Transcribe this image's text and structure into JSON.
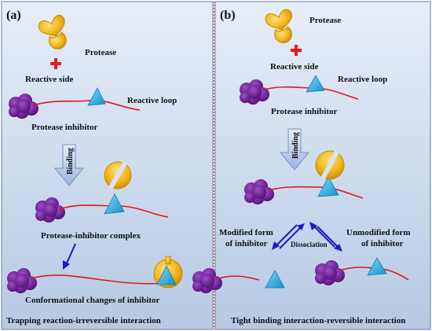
{
  "panel_a": {
    "tag": "(a)",
    "protease": "Protease",
    "reactive_side": "Reactive side",
    "reactive_loop": "Reactive loop",
    "inhibitor": "Protease inhibitor",
    "binding": "Binding",
    "complex": "Protease-inhibitor complex",
    "conformational": "Conformational changes of inhibitor",
    "caption": "Trapping reaction-irreversible interaction"
  },
  "panel_b": {
    "tag": "(b)",
    "protease": "Protease",
    "reactive_side": "Reactive side",
    "reactive_loop": "Reactive loop",
    "inhibitor": "Protease inhibitor",
    "binding": "Binding",
    "modified_line1": "Modified form",
    "modified_line2": "of inhibitor",
    "dissociation": "Dissociation",
    "unmodified_line1": "Unmodified form",
    "unmodified_line2": "of inhibitor",
    "caption": "Tight binding interaction-reversible interaction"
  },
  "colors": {
    "background_top": "#e4ecf7",
    "background_bottom": "#b8cbe6",
    "protease": "#f2b51b",
    "inhibitor_blob": "#6a1f8f",
    "loop": "#e01818",
    "triangle": "#1fa0d8",
    "plus": "#e51c1c",
    "divider": "#d33a3a",
    "arrow": "#1a1ac8"
  }
}
